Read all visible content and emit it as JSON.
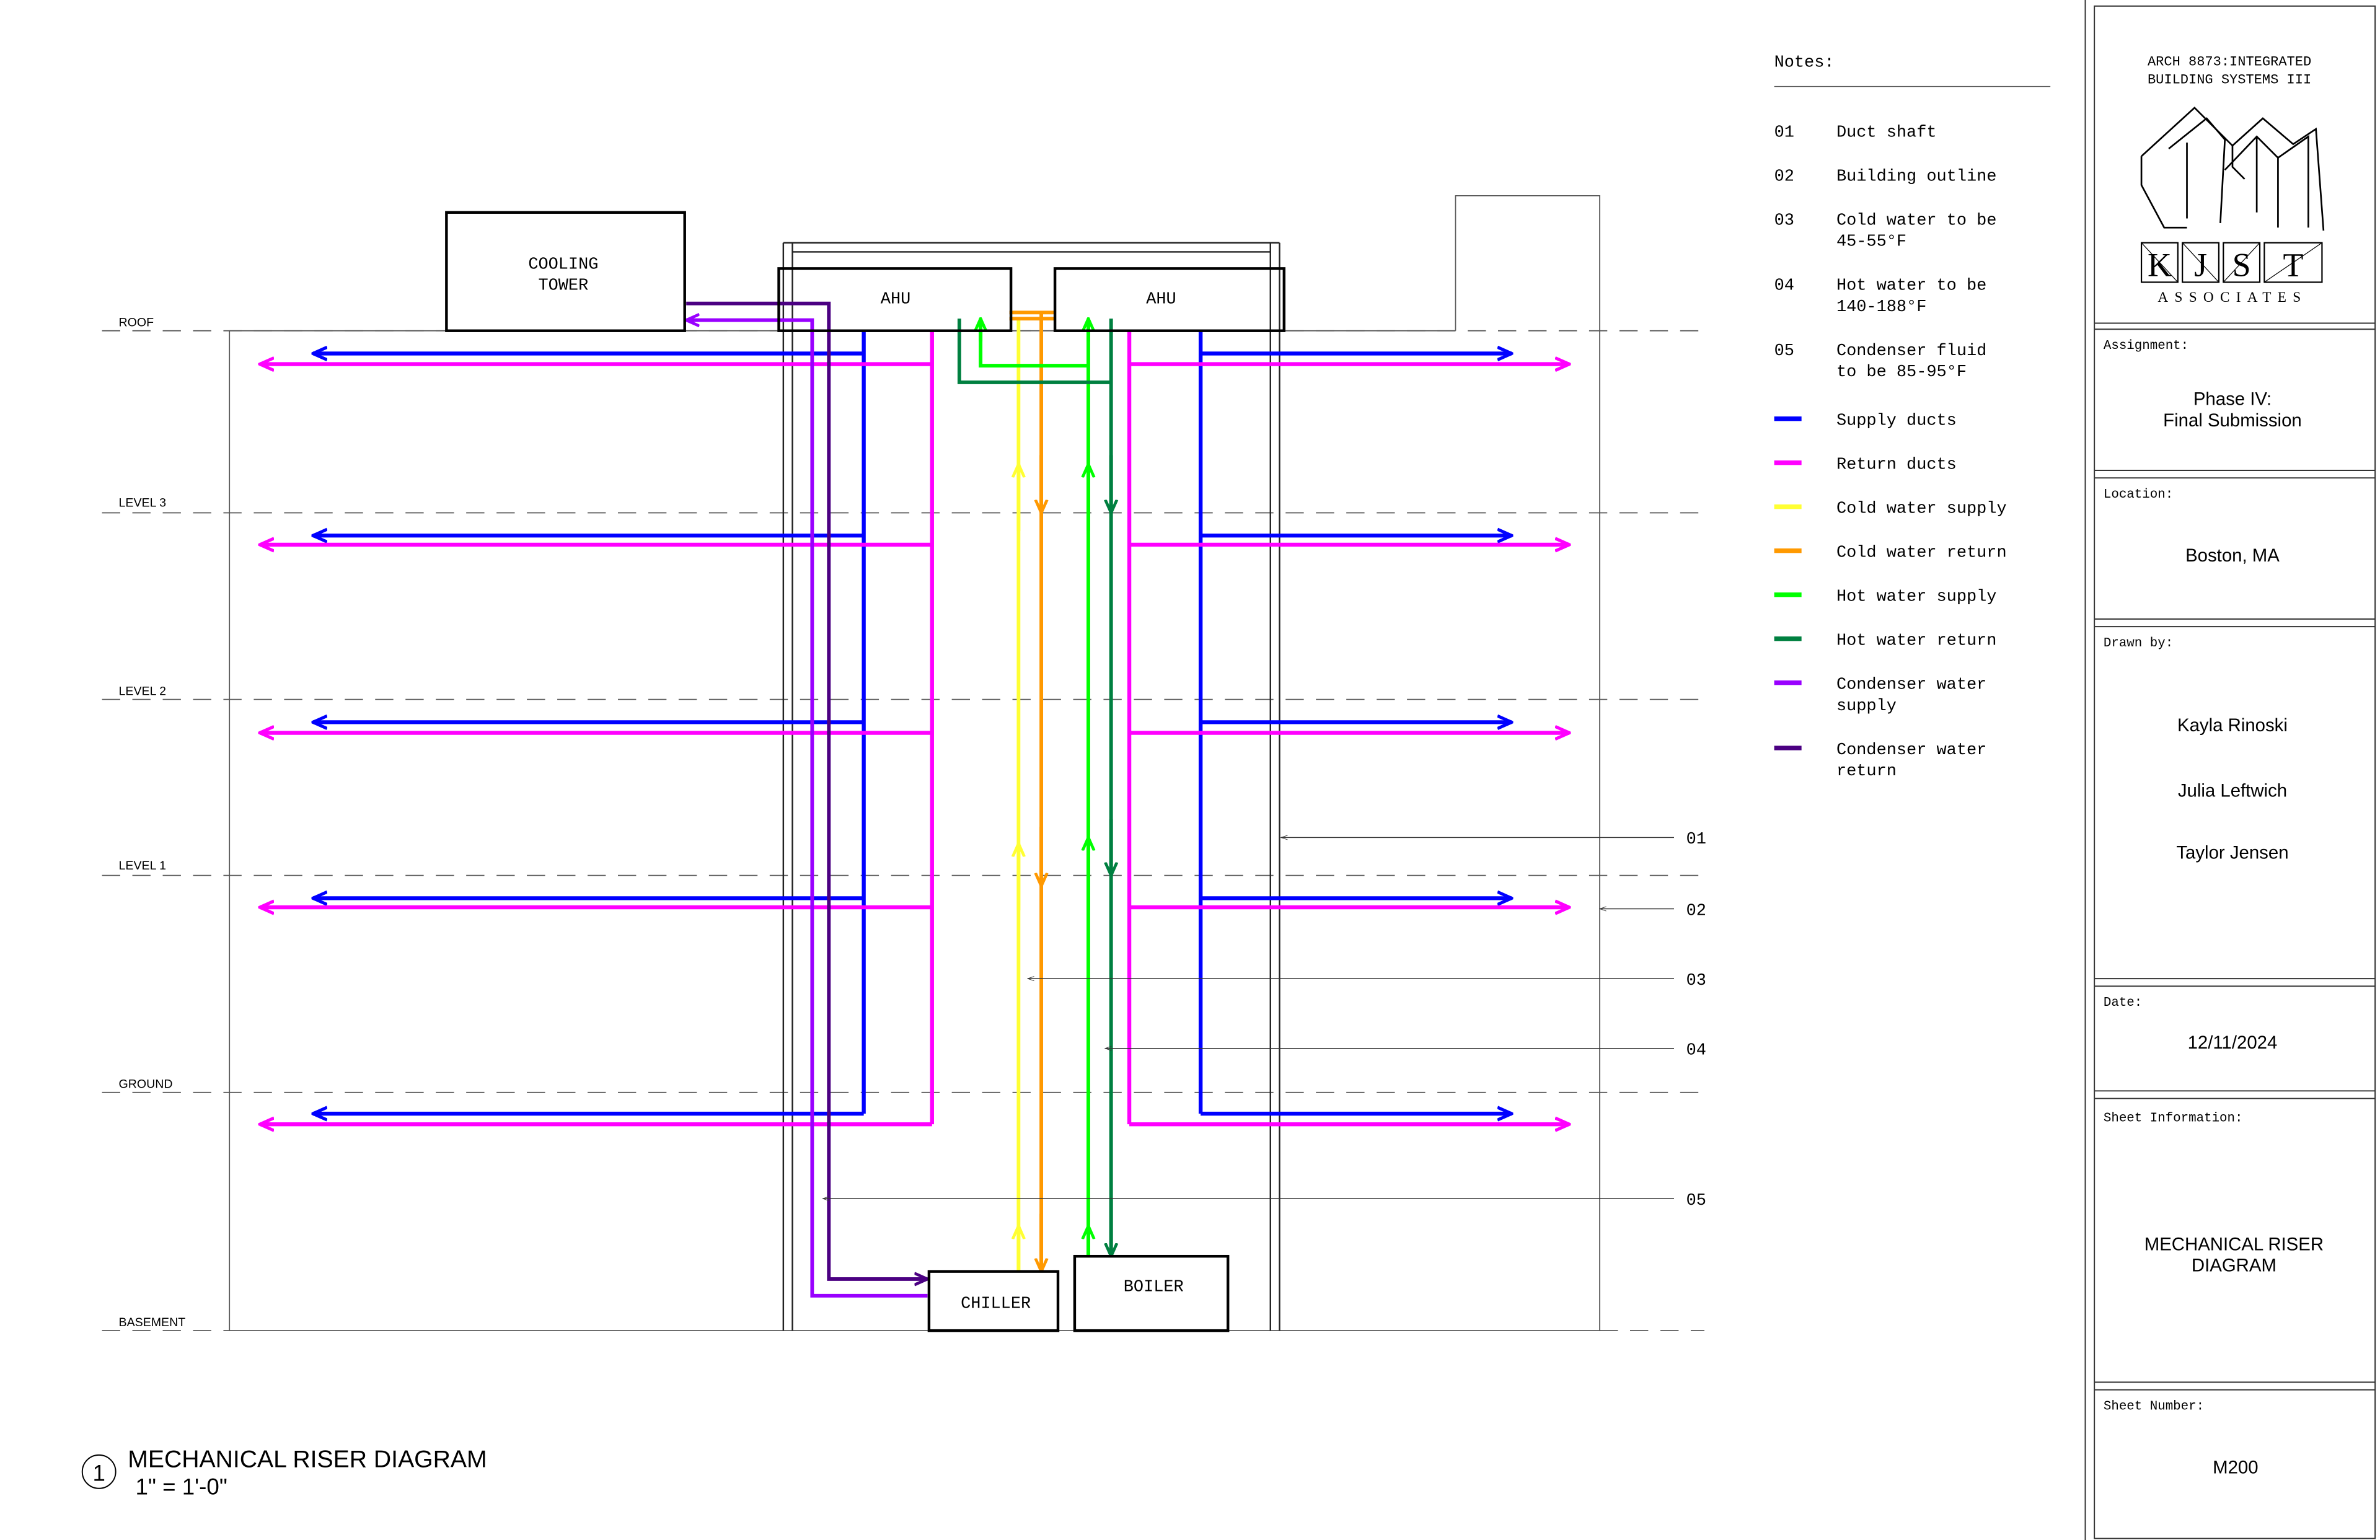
{
  "level_labels": [
    "ROOF",
    "LEVEL 3",
    "LEVEL 2",
    "LEVEL 1",
    "GROUND",
    "BASEMENT"
  ],
  "equipment": {
    "cooling_tower": [
      "COOLING",
      "TOWER"
    ],
    "ahu_left": "AHU",
    "ahu_right": "AHU",
    "chiller": "CHILLER",
    "boiler": "BOILER"
  },
  "callouts": [
    "01",
    "02",
    "03",
    "04",
    "05"
  ],
  "notes": {
    "heading": "Notes:",
    "items": [
      {
        "num": "01",
        "lines": [
          "Duct shaft"
        ]
      },
      {
        "num": "02",
        "lines": [
          "Building outline"
        ]
      },
      {
        "num": "03",
        "lines": [
          "Cold water to be",
          "45-55°F"
        ]
      },
      {
        "num": "04",
        "lines": [
          "Hot water to be",
          "140-188°F"
        ]
      },
      {
        "num": "05",
        "lines": [
          "Condenser fluid",
          "to be 85-95°F"
        ]
      }
    ]
  },
  "legend": [
    {
      "lines": [
        "Supply ducts"
      ],
      "color": "#0000ff"
    },
    {
      "lines": [
        "Return ducts"
      ],
      "color": "#ff00ff"
    },
    {
      "lines": [
        "Cold water supply"
      ],
      "color": "#ffff33"
    },
    {
      "lines": [
        "Cold water return"
      ],
      "color": "#ff9900"
    },
    {
      "lines": [
        "Hot water supply"
      ],
      "color": "#00ff00"
    },
    {
      "lines": [
        "Hot water return"
      ],
      "color": "#008040"
    },
    {
      "lines": [
        "Condenser water",
        "supply"
      ],
      "color": "#9900ff"
    },
    {
      "lines": [
        "Condenser water",
        "return"
      ],
      "color": "#4b0082"
    }
  ],
  "title_block": {
    "course": [
      "ARCH 8873:INTEGRATED",
      "BUILDING SYSTEMS III"
    ],
    "logo_letters": [
      "K",
      "J",
      "S",
      "T"
    ],
    "logo_sub": "ASSOCIATES",
    "assignment_label": "Assignment:",
    "assignment": [
      "Phase IV:",
      "Final Submission"
    ],
    "location_label": "Location:",
    "location": "Boston, MA",
    "drawn_by_label": "Drawn by:",
    "drawn_by": [
      "Kayla Rinoski",
      "Julia Leftwich",
      "Taylor Jensen"
    ],
    "date_label": "Date:",
    "date": "12/11/2024",
    "sheet_info_label": "Sheet Information:",
    "sheet_info": [
      "MECHANICAL RISER",
      "DIAGRAM"
    ],
    "sheet_number_label": "Sheet Number:",
    "sheet_number": "M200"
  },
  "drawing_title": {
    "number": "1",
    "title": "MECHANICAL RISER DIAGRAM",
    "scale": "1\" = 1'-0\""
  },
  "colors": {
    "supply": "#0000ff",
    "return": "#ff00ff",
    "cold_supply": "#ffff33",
    "cold_return": "#ff9900",
    "hot_supply": "#00ff00",
    "hot_return": "#008040",
    "cond_supply": "#9900ff",
    "cond_return": "#4b0082"
  }
}
